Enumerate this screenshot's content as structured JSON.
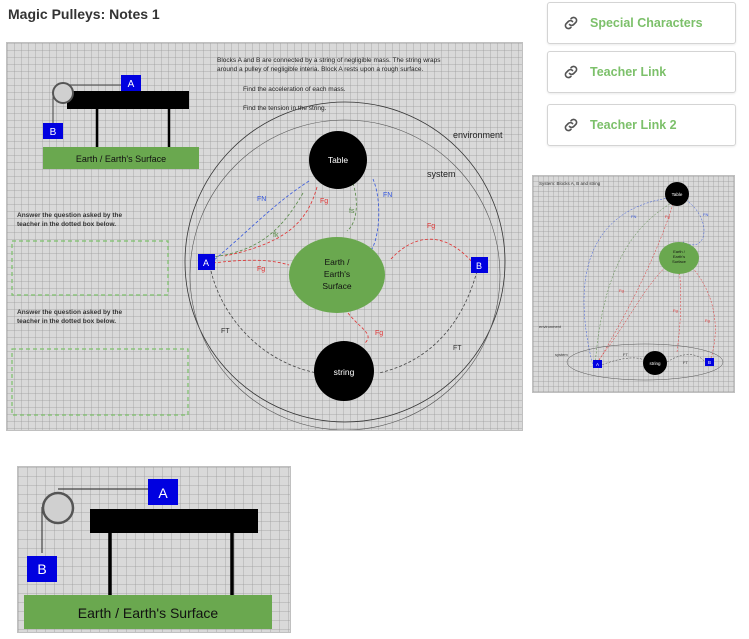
{
  "page": {
    "title": "Magic Pulleys: Notes 1"
  },
  "links": [
    {
      "label": "Special Characters"
    },
    {
      "label": "Teacher Link"
    },
    {
      "label": "Teacher Link 2"
    }
  ],
  "main": {
    "problem_line1": "Blocks A and B are connected by a string of negligible mass. The string wraps",
    "problem_line2": "around a pulley of negligible interia. Block A rests upon a rough surface.",
    "task1": "Find the acceleration of each mass.",
    "task2": "Find the tension in the string.",
    "block_a": "A",
    "block_b": "B",
    "surface": "Earth / Earth's Surface",
    "prompt1_line1": "Answer the question asked by the",
    "prompt1_line2": "teacher in the dotted box below.",
    "prompt2_line1": "Answer the question asked by the",
    "prompt2_line2": "teacher in the dotted box below.",
    "environment": "environment",
    "system": "system",
    "table": "Table",
    "earth_l1": "Earth /",
    "earth_l2": "Earth's",
    "earth_l3": "Surface",
    "string": "string",
    "forces": {
      "fn1": "FN",
      "fg1": "Fg",
      "fs": "fs",
      "fn2": "FN",
      "fk": "fk",
      "fg2": "Fg",
      "fg3": "Fg",
      "ft1": "FT",
      "fg4": "Fg",
      "ft2": "FT"
    }
  },
  "thumb": {
    "caption": "System: Blocks A, B and string",
    "table": "Table",
    "earth_l1": "Earth /",
    "earth_l2": "Earth's",
    "earth_l3": "Surface",
    "environment": "environment",
    "system": "system",
    "string": "string",
    "block_a": "A",
    "block_b": "B",
    "fn": "FN",
    "fg": "Fg",
    "fn2": "FN",
    "fg2": "Fg",
    "fg3": "Fg",
    "fg4": "Fg",
    "ft": "FT",
    "ft2": "FT"
  },
  "zoom": {
    "block_a": "A",
    "block_b": "B",
    "surface": "Earth / Earth's Surface"
  },
  "colors": {
    "link_green": "#7cc06a",
    "block_blue": "#0000e0",
    "earth_green": "#6aa84f",
    "fn_blue": "#3355dd",
    "fg_red": "#e03030",
    "fk_green": "#558844"
  }
}
